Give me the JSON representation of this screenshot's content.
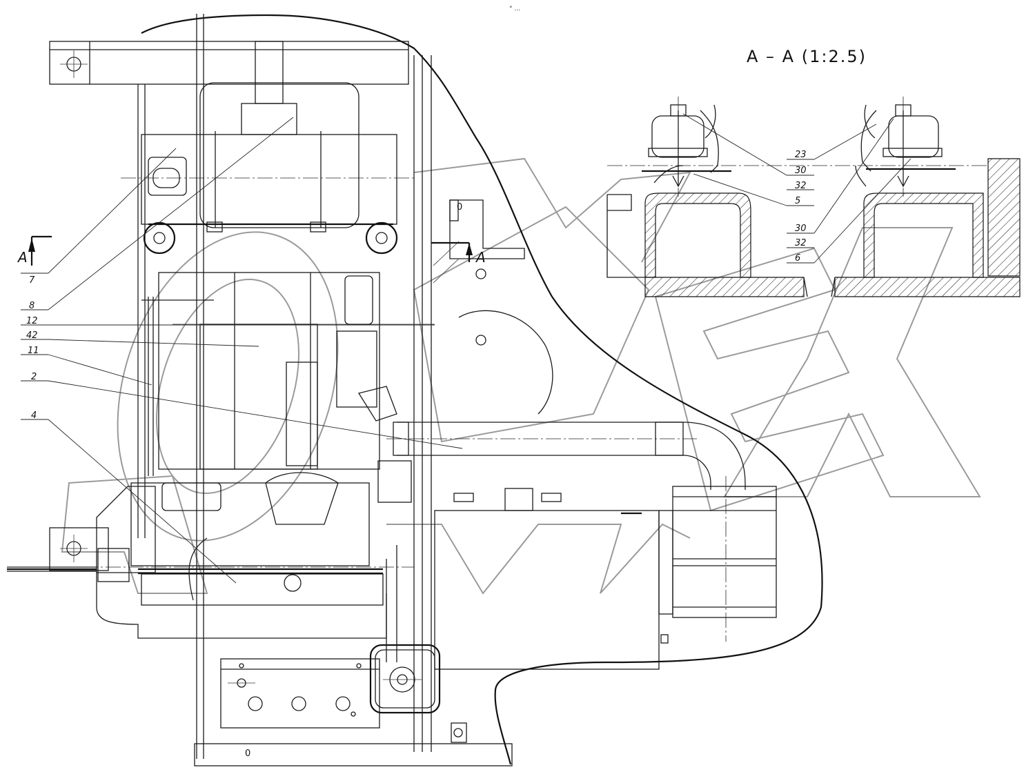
{
  "header_mark": "° ...",
  "section_title": "A – A (1:2.5)",
  "section_markers": {
    "left": "A",
    "right": "A"
  },
  "zero_marks": [
    "0",
    "0"
  ],
  "watermark": "DEX",
  "callouts_main": [
    {
      "id": "7",
      "text": "7"
    },
    {
      "id": "8",
      "text": "8"
    },
    {
      "id": "12",
      "text": "12"
    },
    {
      "id": "42",
      "text": "42"
    },
    {
      "id": "11",
      "text": "11"
    },
    {
      "id": "2",
      "text": "2"
    },
    {
      "id": "4",
      "text": "4"
    }
  ],
  "callouts_section": [
    {
      "id": "23",
      "text": "23"
    },
    {
      "id": "30a",
      "text": "30"
    },
    {
      "id": "32a",
      "text": "32"
    },
    {
      "id": "5",
      "text": "5"
    },
    {
      "id": "30b",
      "text": "30"
    },
    {
      "id": "32b",
      "text": "32"
    },
    {
      "id": "6",
      "text": "6"
    }
  ]
}
